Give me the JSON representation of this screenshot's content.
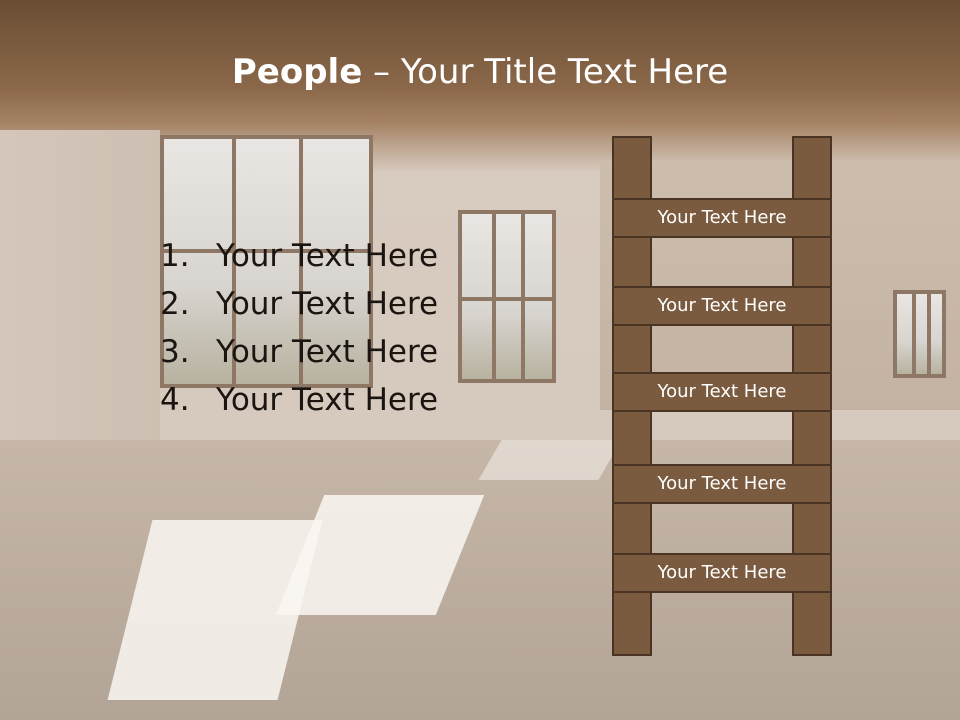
{
  "title": {
    "bold": "People",
    "rest": " – Your Title Text Here"
  },
  "list": [
    {
      "num": "1.",
      "text": "Your Text Here"
    },
    {
      "num": "2.",
      "text": "Your Text Here"
    },
    {
      "num": "3.",
      "text": "Your Text Here"
    },
    {
      "num": "4.",
      "text": "Your Text Here"
    }
  ],
  "ladder": {
    "rungs": [
      "Your Text Here",
      "Your Text Here",
      "Your Text Here",
      "Your Text Here",
      "Your Text Here"
    ],
    "color": "#7b5b3f"
  },
  "colors": {
    "header": "#6a4e34",
    "title_text": "#ffffff"
  }
}
